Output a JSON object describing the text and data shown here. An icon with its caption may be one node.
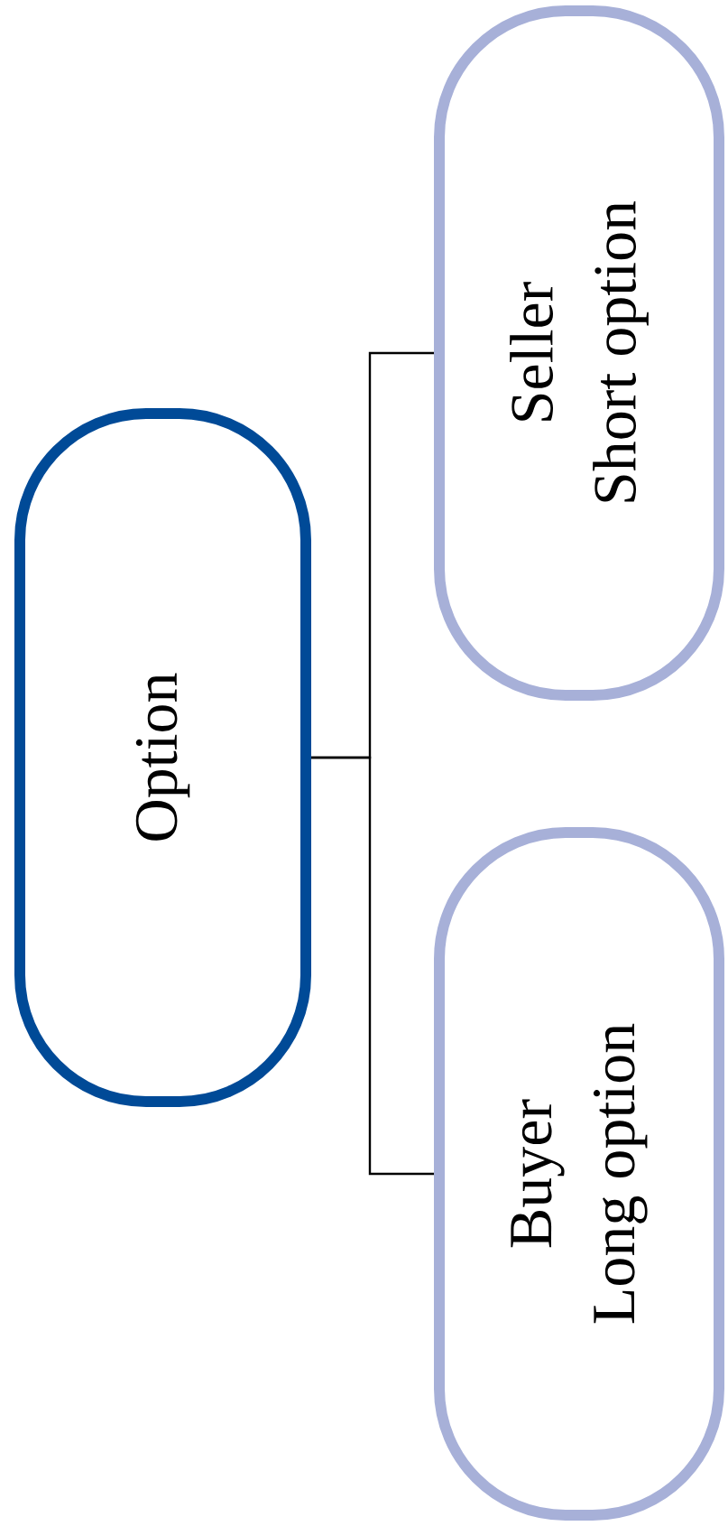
{
  "diagram": {
    "nodes": [
      {
        "text": [
          "Option"
        ]
      },
      {
        "text": [
          "Seller",
          "Short option"
        ]
      },
      {
        "text": [
          "Buyer",
          "Long option"
        ]
      }
    ],
    "edges": [
      {
        "from": 0,
        "to": 1,
        "arrow": "none"
      },
      {
        "from": 0,
        "to": 2,
        "arrow": "none"
      }
    ]
  }
}
